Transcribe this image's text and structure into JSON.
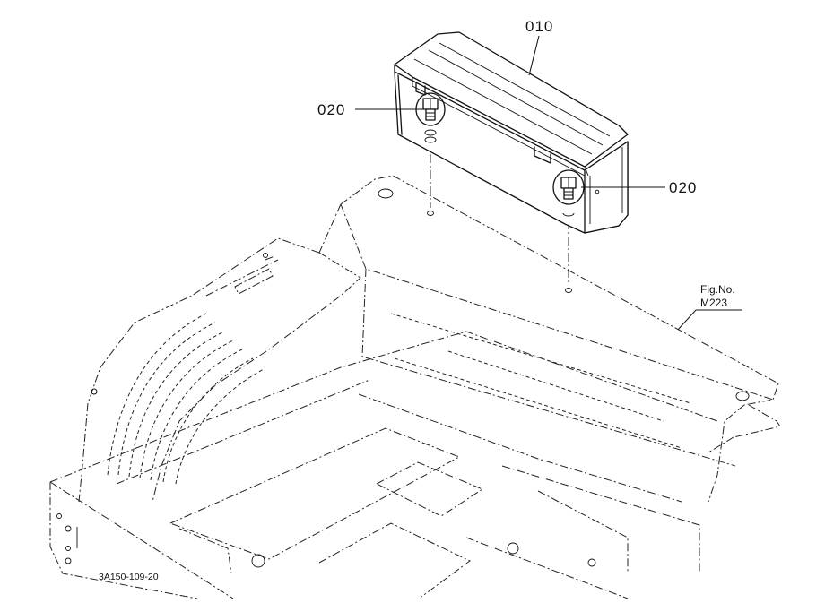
{
  "diagram": {
    "parts": [
      {
        "ref": "010"
      },
      {
        "ref": "020"
      },
      {
        "ref": "020"
      }
    ],
    "figure_ref": {
      "label": "Fig.No.",
      "number": "M223"
    },
    "drawing_code": "3A150-109-20"
  }
}
